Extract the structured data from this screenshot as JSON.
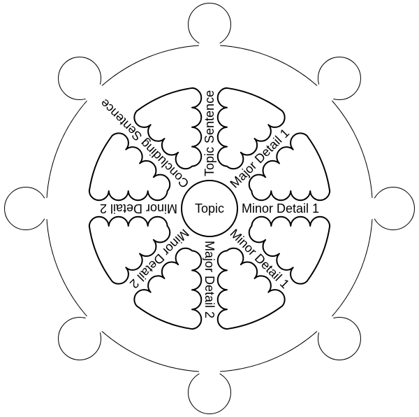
{
  "hub": {
    "label": "Topic"
  },
  "spokes": [
    {
      "angle": -90,
      "label": "Topic Sentence"
    },
    {
      "angle": -45,
      "label": "Major Detail 1"
    },
    {
      "angle": 0,
      "label": "Minor Detail 1"
    },
    {
      "angle": 45,
      "label": "Minor Detail 1"
    },
    {
      "angle": 90,
      "label": "Major Detail 2"
    },
    {
      "angle": 135,
      "label": "Minor Detail 2"
    },
    {
      "angle": 180,
      "label": "Minor Detail 2"
    },
    {
      "angle": 225,
      "label": "Concluding Sentence"
    }
  ],
  "colors": {
    "stroke": "#000000",
    "fill": "#ffffff"
  }
}
